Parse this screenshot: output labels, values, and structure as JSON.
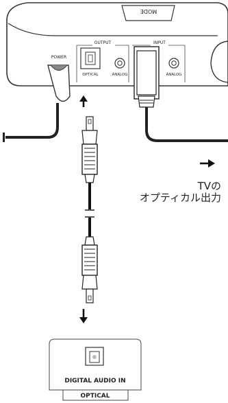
{
  "device": {
    "mode_label": "MODE",
    "power_label": "POWER",
    "output_label": "OUTPUT",
    "input_label": "INPUT",
    "optical_label": "OPTICAL",
    "analog_label_1": "ANALOG",
    "analog_label_2": "ANALOG"
  },
  "caption": {
    "line1": "TVの",
    "line2": "オプティカル出力"
  },
  "receiver": {
    "title": "DIGITAL AUDIO IN",
    "port_label": "OPTICAL"
  },
  "icons": {
    "arrow_up": "arrow-up-icon",
    "arrow_right": "arrow-right-icon",
    "arrow_down": "arrow-down-icon"
  }
}
